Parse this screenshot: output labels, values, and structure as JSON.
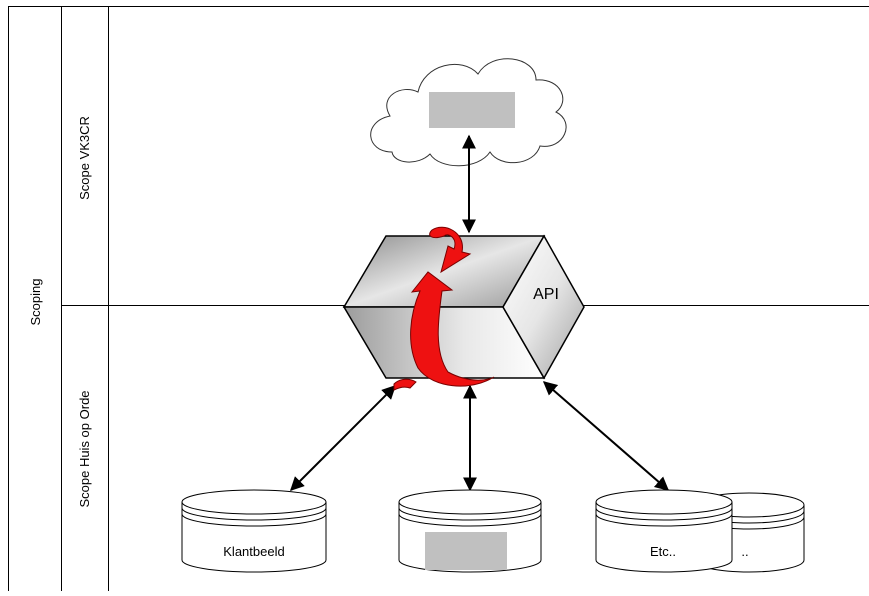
{
  "lanes": {
    "outer_label": "Scoping",
    "top_label": "Scope VK3CR",
    "bottom_label": "Scope Huis op Orde"
  },
  "api": {
    "label": "API"
  },
  "cloud": {
    "label_redacted": true
  },
  "databases": [
    {
      "label": "Klantbeeld",
      "redacted": false
    },
    {
      "label": "",
      "redacted": true
    },
    {
      "label": "Etc..",
      "redacted": false
    }
  ],
  "back_database": {
    "label": ".."
  },
  "colors": {
    "line": "#000000",
    "redaction": "#c0c0c0",
    "loop_arrow": "#ee1111",
    "loop_arrow_edge": "#7a0000",
    "api_light": "#f4f4f4",
    "api_mid": "#bdbdbd",
    "api_dark": "#8a8a8a"
  }
}
